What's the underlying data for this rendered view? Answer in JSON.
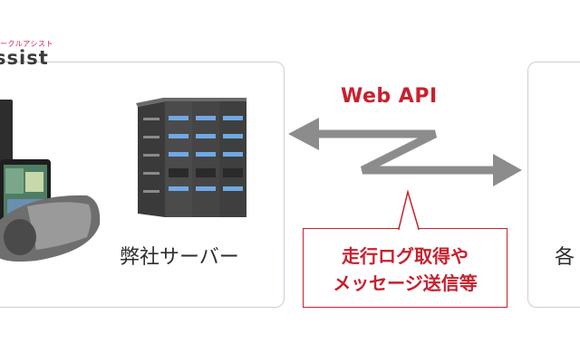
{
  "brand": {
    "small_text": "ークルアシスト",
    "logo_text": "ssist"
  },
  "api": {
    "label": "Web API"
  },
  "server": {
    "label": "弊社サーバー"
  },
  "callout": {
    "line1": "走行ログ取得や",
    "line2": "メッセージ送信等"
  },
  "right_panel": {
    "label": "各"
  },
  "colors": {
    "accent_red": "#c8202f",
    "arrow_gray": "#8c8c8c",
    "border_gray": "#cfcfcf",
    "server_blue": "#4a90d9"
  }
}
